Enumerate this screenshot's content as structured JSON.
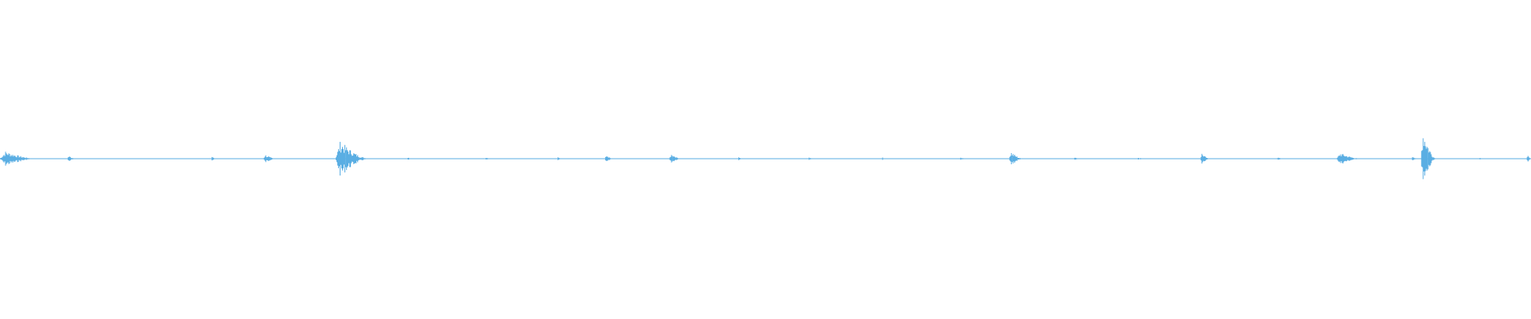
{
  "waveform": {
    "color": "#5aaee3",
    "background": "#ffffff",
    "amplitude_range": [
      -1,
      1
    ],
    "duration_fraction_bursts": [
      {
        "pos": 0.0,
        "width": 0.024,
        "amp": 0.05
      },
      {
        "pos": 0.044,
        "width": 0.006,
        "amp": 0.02
      },
      {
        "pos": 0.138,
        "width": 0.003,
        "amp": 0.02
      },
      {
        "pos": 0.172,
        "width": 0.008,
        "amp": 0.03
      },
      {
        "pos": 0.219,
        "width": 0.022,
        "amp": 0.12
      },
      {
        "pos": 0.266,
        "width": 0.003,
        "amp": 0.01
      },
      {
        "pos": 0.317,
        "width": 0.004,
        "amp": 0.01
      },
      {
        "pos": 0.364,
        "width": 0.003,
        "amp": 0.01
      },
      {
        "pos": 0.395,
        "width": 0.005,
        "amp": 0.04
      },
      {
        "pos": 0.437,
        "width": 0.008,
        "amp": 0.03
      },
      {
        "pos": 0.482,
        "width": 0.003,
        "amp": 0.01
      },
      {
        "pos": 0.528,
        "width": 0.003,
        "amp": 0.01
      },
      {
        "pos": 0.576,
        "width": 0.003,
        "amp": 0.01
      },
      {
        "pos": 0.627,
        "width": 0.004,
        "amp": 0.01
      },
      {
        "pos": 0.659,
        "width": 0.009,
        "amp": 0.05
      },
      {
        "pos": 0.701,
        "width": 0.006,
        "amp": 0.01
      },
      {
        "pos": 0.743,
        "width": 0.004,
        "amp": 0.01
      },
      {
        "pos": 0.784,
        "width": 0.006,
        "amp": 0.04
      },
      {
        "pos": 0.834,
        "width": 0.004,
        "amp": 0.01
      },
      {
        "pos": 0.873,
        "width": 0.016,
        "amp": 0.04
      },
      {
        "pos": 0.922,
        "width": 0.004,
        "amp": 0.02
      },
      {
        "pos": 0.928,
        "width": 0.01,
        "amp": 0.21
      },
      {
        "pos": 0.966,
        "width": 0.003,
        "amp": 0.01
      },
      {
        "pos": 0.997,
        "width": 0.003,
        "amp": 0.03
      }
    ]
  }
}
